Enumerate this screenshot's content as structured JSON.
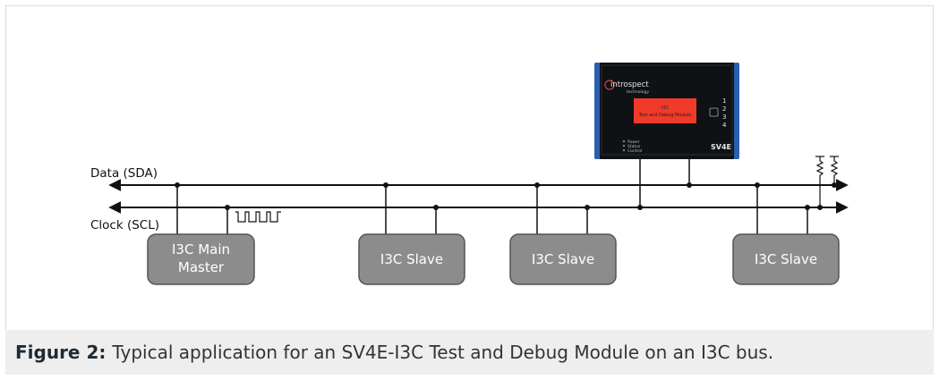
{
  "bus": {
    "data_label": "Data (SDA)",
    "clock_label": "Clock (SCL)"
  },
  "nodes": {
    "master_line1": "I3C Main",
    "master_line2": "Master",
    "slave1": "I3C Slave",
    "slave2": "I3C Slave",
    "slave3": "I3C Slave"
  },
  "device": {
    "brand": "introspect",
    "brand_sub": "technology",
    "screen_line1": "I3C",
    "screen_line2": "Test and Debug Module",
    "model": "SV4E",
    "ports": [
      "1",
      "2",
      "3",
      "4"
    ],
    "led_labels": [
      "Power",
      "Status",
      "Control"
    ]
  },
  "caption": {
    "label": "Figure 2:",
    "text": "Typical application for an SV4E-I3C Test and Debug Module on an I3C bus."
  },
  "colors": {
    "node_fill": "#8c8c8c",
    "node_stroke": "#555555",
    "device_body": "#0f1115",
    "device_edge": "#2a5fb0",
    "screen_fill": "#f03a2a",
    "caption_bg": "#eeeeee"
  }
}
